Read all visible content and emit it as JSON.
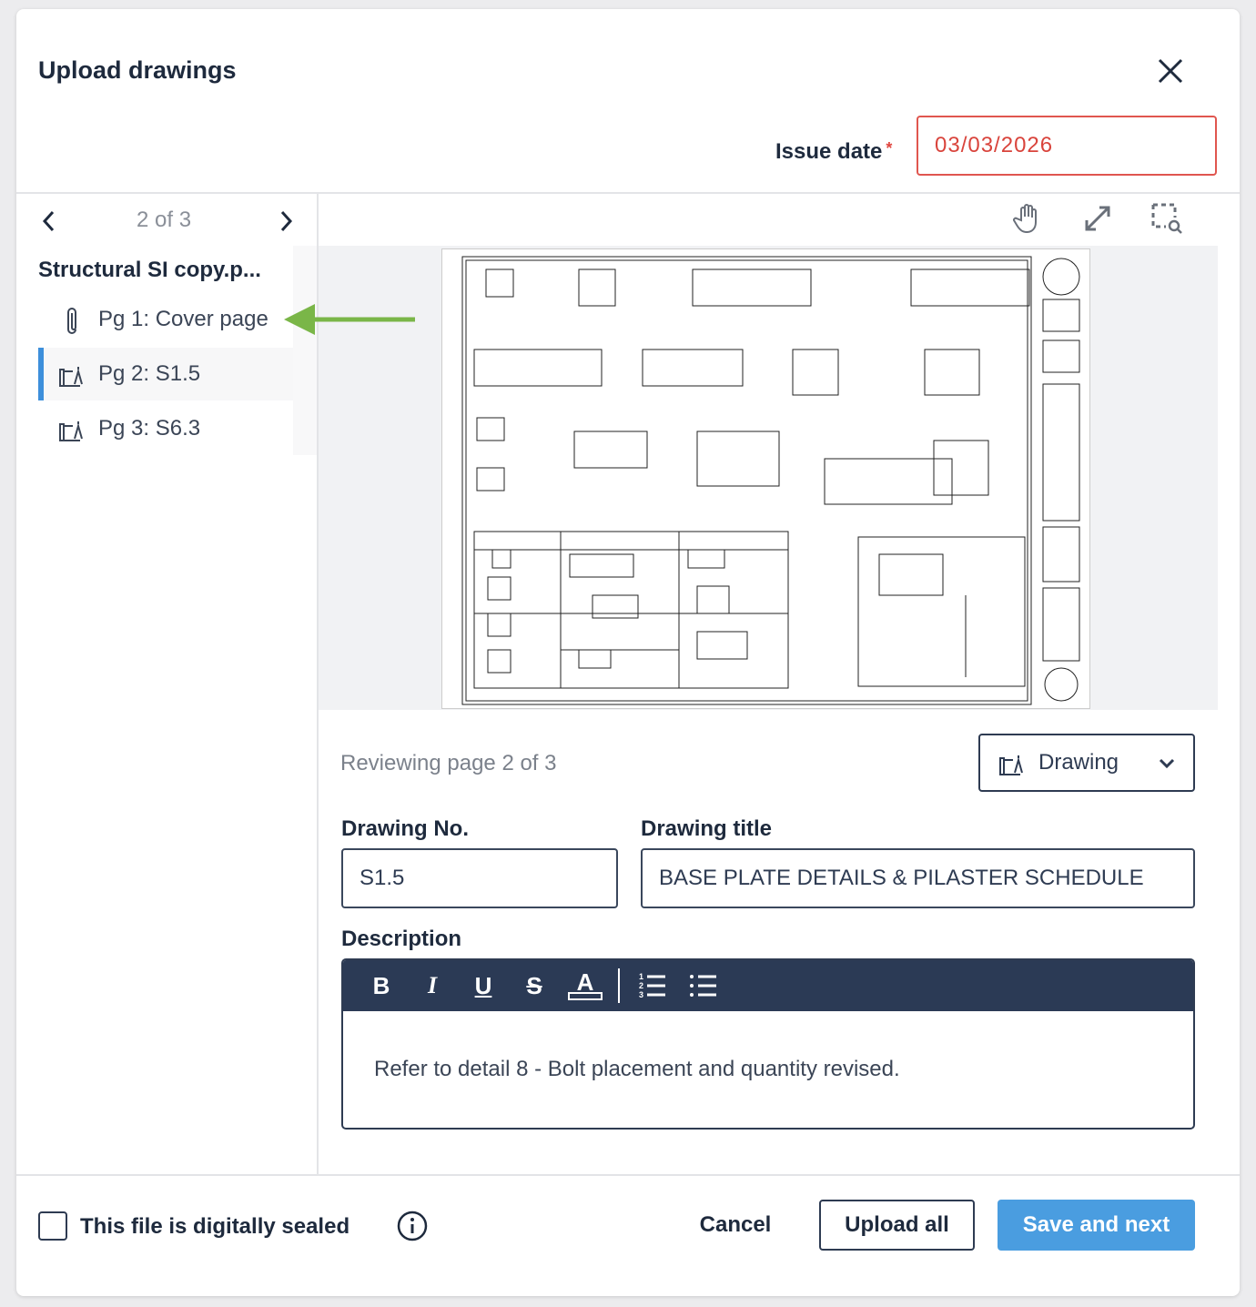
{
  "dialog": {
    "title": "Upload drawings",
    "issue_date_label": "Issue date",
    "required_mark": "*",
    "issue_date_value": "03/03/2026"
  },
  "sidebar": {
    "pager": "2 of 3",
    "file_name": "Structural SI copy.p...",
    "pages": [
      {
        "label": "Pg 1: Cover page",
        "icon": "paperclip-icon",
        "selected": false
      },
      {
        "label": "Pg 2: S1.5",
        "icon": "drawing-icon",
        "selected": true
      },
      {
        "label": "Pg 3: S6.3",
        "icon": "drawing-icon",
        "selected": false
      }
    ]
  },
  "viewer": {
    "tools": [
      "pan-hand-icon",
      "expand-icon",
      "zoom-area-icon"
    ]
  },
  "form": {
    "reviewing": "Reviewing page 2 of 3",
    "type_value": "Drawing",
    "drawing_no_label": "Drawing No.",
    "drawing_no_value": "S1.5",
    "drawing_title_label": "Drawing title",
    "drawing_title_value": "BASE PLATE DETAILS & PILASTER SCHEDULE",
    "description_label": "Description",
    "description_value": "Refer to detail 8 - Bolt placement and quantity revised.",
    "toolbar": [
      "B",
      "I",
      "U",
      "S",
      "A"
    ]
  },
  "footer": {
    "sealed_label": "This file is digitally sealed",
    "sealed_checked": false,
    "cancel": "Cancel",
    "upload_all": "Upload all",
    "save_next": "Save and next"
  },
  "colors": {
    "accent": "#4a9de0",
    "error": "#e0564f",
    "arrow": "#7ab648",
    "navy": "#2b3a55"
  }
}
